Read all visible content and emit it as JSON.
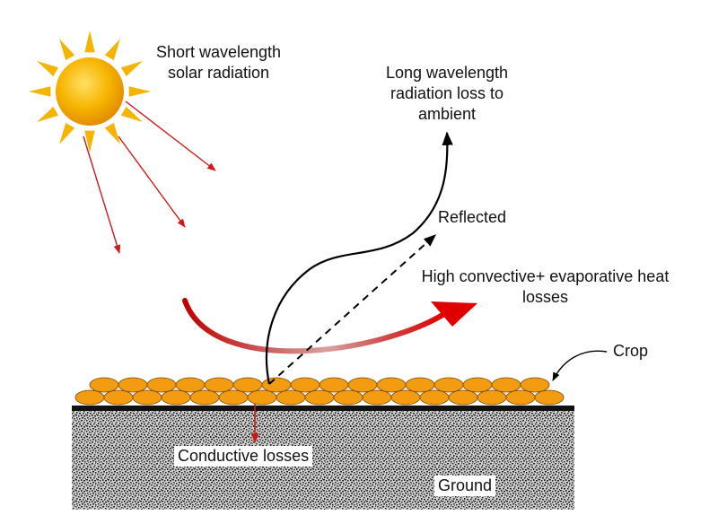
{
  "labels": {
    "solar_line1": "Short wavelength",
    "solar_line2": "solar radiation",
    "longwave_line1": "Long wavelength",
    "longwave_line2": "radiation loss to",
    "longwave_line3": "ambient",
    "reflected": "Reflected",
    "convective_line1": "High convective+ evaporative heat",
    "convective_line2": "losses",
    "crop": "Crop",
    "conductive": "Conductive losses",
    "ground": "Ground"
  },
  "colors": {
    "sun_core": "#f5a200",
    "sun_rays": "#f4b400",
    "solar_arrows": "#d01818",
    "convective_arrow": "#c00000",
    "crop_fill": "#f39c12",
    "crop_edge": "#7a4a00",
    "ground_base": "#cccccc",
    "ground_speckle": "#222222",
    "lines": "#000000"
  }
}
